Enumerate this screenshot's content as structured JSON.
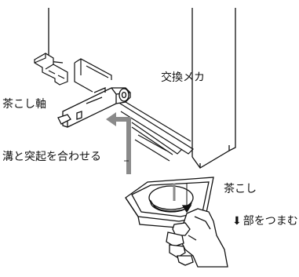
{
  "labels": {
    "exchange_mechanism": "交換メカ",
    "strainer_shaft": "茶こし軸",
    "align_groove": "溝と突起を合わせる",
    "strainer": "茶こし",
    "pinch_arrow": "⬇",
    "pinch_part": "部をつまむ"
  },
  "colors": {
    "line": "#111111",
    "guide_arrow": "#8a8a8a",
    "fill": "#ffffff",
    "mesh": "#555555"
  },
  "icons": {
    "pinch_indicator": "down-arrow-icon",
    "insert_direction": "bent-arrow-icon"
  }
}
